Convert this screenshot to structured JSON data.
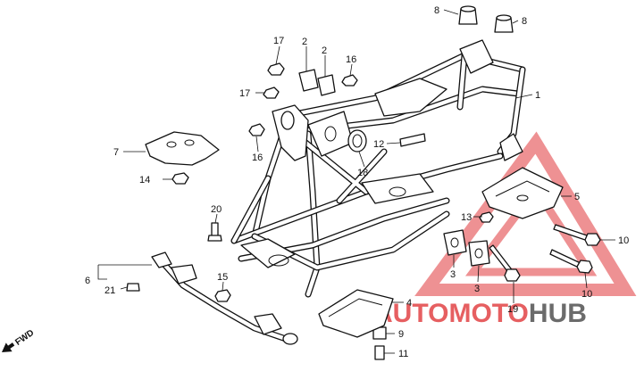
{
  "watermark": {
    "brand_a": "AUTO",
    "brand_b": "MOTO",
    "brand_c": "HUB",
    "color_red": "#e0373a",
    "color_dark": "#3a3a3a"
  },
  "direction": {
    "label": "FWD",
    "icon": "arrow-forward-icon"
  },
  "callouts": [
    {
      "id": "c1",
      "text": "1"
    },
    {
      "id": "c2a",
      "text": "2"
    },
    {
      "id": "c2b",
      "text": "2"
    },
    {
      "id": "c3a",
      "text": "3"
    },
    {
      "id": "c3b",
      "text": "3"
    },
    {
      "id": "c4",
      "text": "4"
    },
    {
      "id": "c5",
      "text": "5"
    },
    {
      "id": "c6",
      "text": "6"
    },
    {
      "id": "c7",
      "text": "7"
    },
    {
      "id": "c8a",
      "text": "8"
    },
    {
      "id": "c8b",
      "text": "8"
    },
    {
      "id": "c9",
      "text": "9"
    },
    {
      "id": "c10a",
      "text": "10"
    },
    {
      "id": "c10b",
      "text": "10"
    },
    {
      "id": "c11",
      "text": "11"
    },
    {
      "id": "c12",
      "text": "12"
    },
    {
      "id": "c13",
      "text": "13"
    },
    {
      "id": "c14",
      "text": "14"
    },
    {
      "id": "c15",
      "text": "15"
    },
    {
      "id": "c16a",
      "text": "16"
    },
    {
      "id": "c16b",
      "text": "16"
    },
    {
      "id": "c17a",
      "text": "17"
    },
    {
      "id": "c17b",
      "text": "17"
    },
    {
      "id": "c18",
      "text": "18"
    },
    {
      "id": "c19",
      "text": "19"
    },
    {
      "id": "c20",
      "text": "20"
    },
    {
      "id": "c21",
      "text": "21"
    }
  ]
}
